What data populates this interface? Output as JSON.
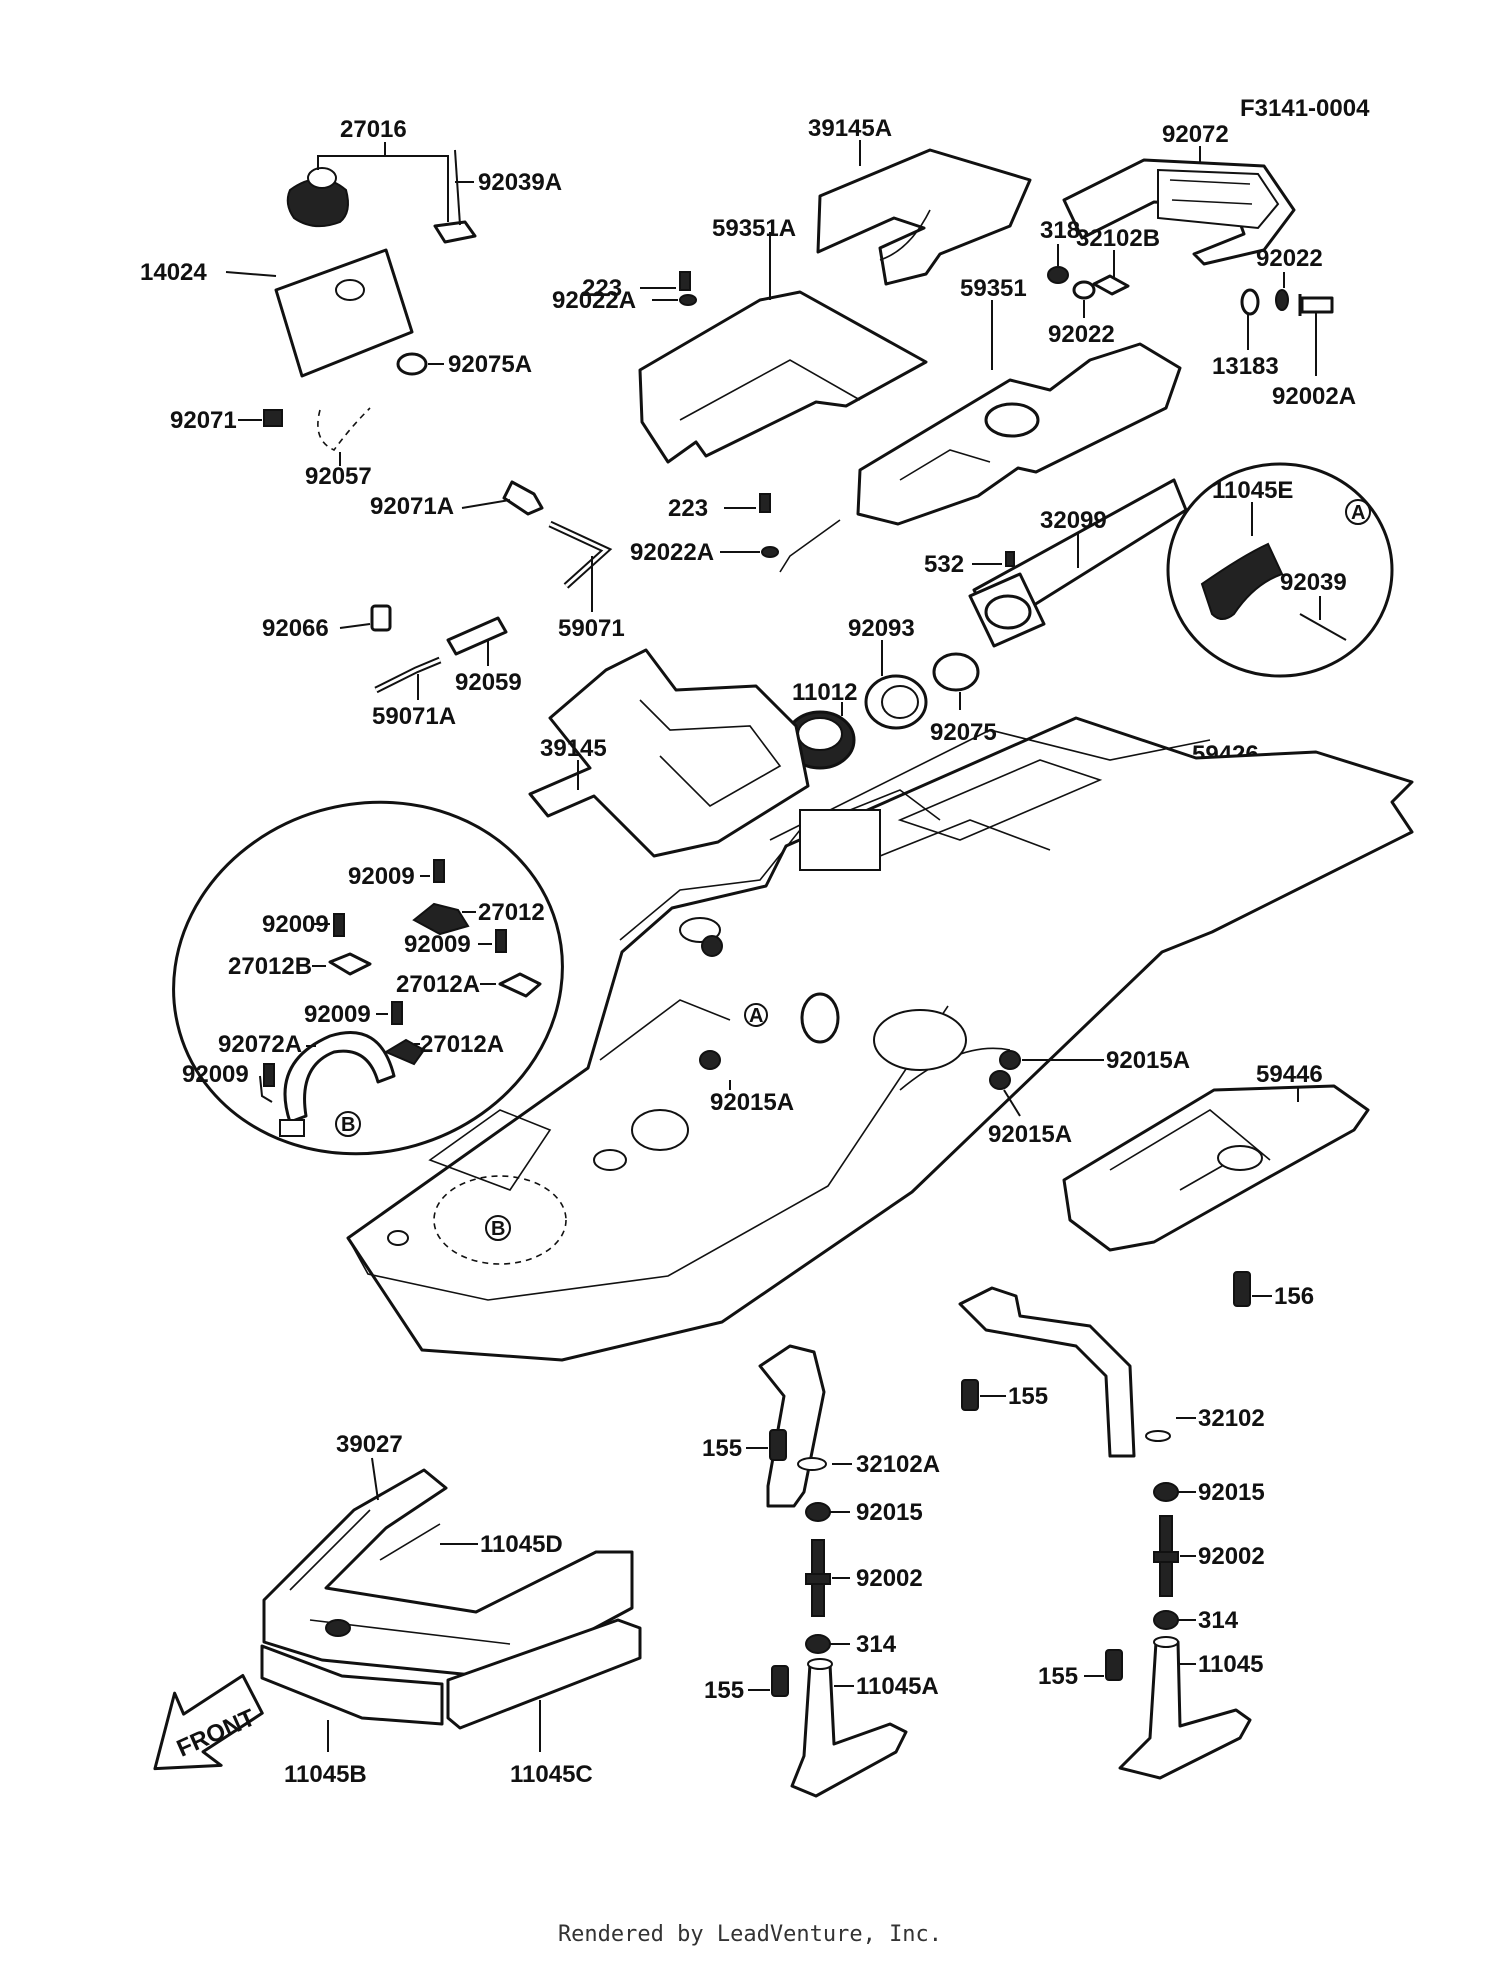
{
  "diagram_code": "F3141-0004",
  "footer_text": "Rendered by LeadVenture, Inc.",
  "front_label": "FRONT",
  "ref_marks": {
    "a": "A",
    "b": "B"
  },
  "part_numbers": {
    "p27016": "27016",
    "p92039A": "92039A",
    "p14024": "14024",
    "p92075A": "92075A",
    "p92071": "92071",
    "p92057": "92057",
    "p92071A": "92071A",
    "p59071": "59071",
    "p92066": "92066",
    "p92059": "92059",
    "p59071A": "59071A",
    "p39145A": "39145A",
    "p59351A": "59351A",
    "p223a": "223",
    "p92022Aa": "92022A",
    "p59351": "59351",
    "p223b": "223",
    "p92022Ab": "92022A",
    "p92072": "92072",
    "p318": "318",
    "p32102B": "32102B",
    "p92022a": "92022",
    "p92022b": "92022",
    "p13183": "13183",
    "p92002A": "92002A",
    "p32099": "32099",
    "p532": "532",
    "p11045E": "11045E",
    "p92039": "92039",
    "p92093": "92093",
    "p11012": "11012",
    "p92075": "92075",
    "p39145": "39145",
    "p59426": "59426",
    "p92009a": "92009",
    "p27012": "27012",
    "p92009b": "92009",
    "p92009c": "92009",
    "p27012B": "27012B",
    "p27012A": "27012A",
    "p92009d": "92009",
    "p92072A": "92072A",
    "p27012Ab": "27012A",
    "p92009e": "92009",
    "p92015Aa": "92015A",
    "p92015Ab": "92015A",
    "p92015Ac": "92015A",
    "p59446": "59446",
    "p156": "156",
    "p155a": "155",
    "p32102": "32102",
    "p155b": "155",
    "p32102A": "32102A",
    "p92015a": "92015",
    "p92015b": "92015",
    "p92002a": "92002",
    "p92002b": "92002",
    "p314a": "314",
    "p314b": "314",
    "p155c": "155",
    "p11045A": "11045A",
    "p155d": "155",
    "p11045": "11045",
    "p39027": "39027",
    "p11045D": "11045D",
    "p11045B": "11045B",
    "p11045C": "11045C"
  }
}
